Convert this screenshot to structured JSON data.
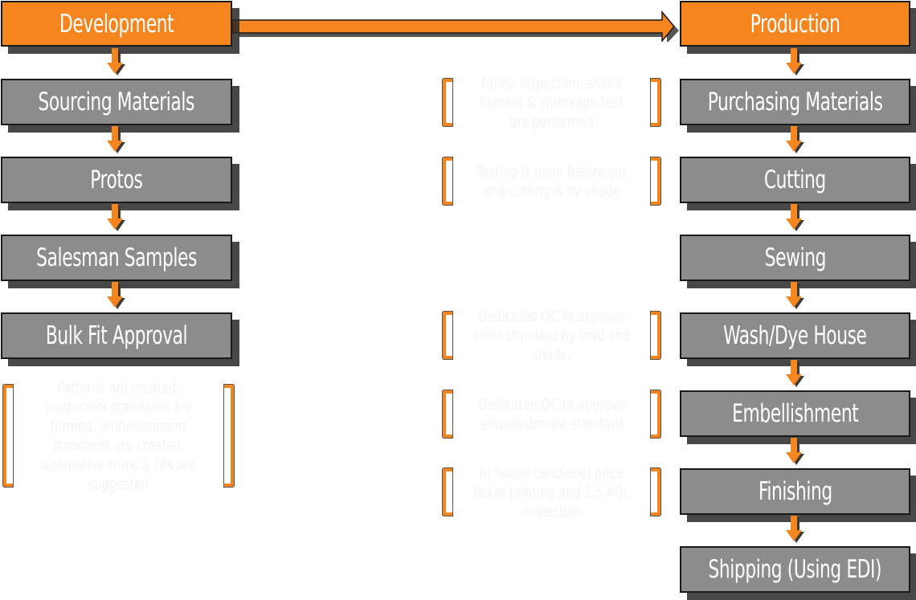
{
  "colors": {
    "orange": "#f5861f",
    "gray_box": "#8c8c8c",
    "border": "#1a1a1a",
    "shadow": "#3a3a3a",
    "note_text": "#f4f4f4"
  },
  "development": {
    "header": "Development",
    "steps": [
      "Sourcing Materials",
      "Protos",
      "Salesman Samples",
      "Bulk Fit Approval"
    ],
    "note": "Patterns are created, wash/color standards are formed, embellishment standards are created, alternative trims & fits are suggested"
  },
  "production": {
    "header": "Production",
    "steps": [
      "Purchasing Materials",
      "Cutting",
      "Sewing",
      "Wash/Dye House",
      "Embellishment",
      "Finishing",
      "Shipping (Using EDI)"
    ]
  },
  "notes": {
    "purchasing": "Fabric inspection, shade blanket & shrinkage test are performed",
    "cutting": "Testing is done before cut and cutting is by shade",
    "wash": "Dedicated QC to approve color standard by load and shade.",
    "embellishment": "Dedicated QC to approve embellishment standard",
    "finishing": "In house care/label price ticket printing and 2.5 AQL inspection"
  },
  "connector": {
    "from": "Development",
    "to": "Production",
    "icon": "right-arrow-icon"
  }
}
